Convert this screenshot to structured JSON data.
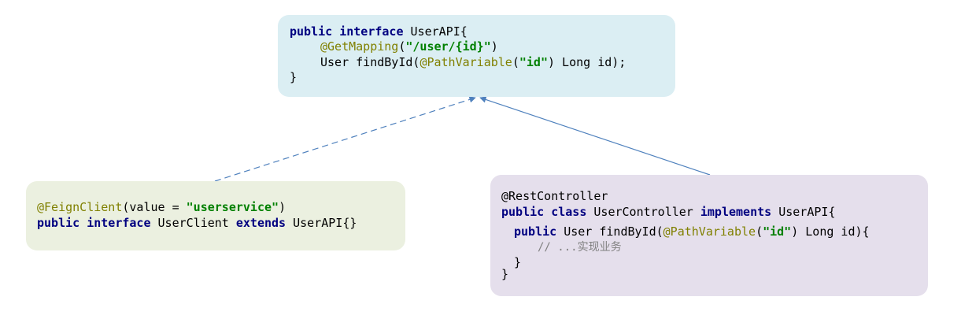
{
  "colors": {
    "keyword": "#000080",
    "annotation": "#808000",
    "string": "#008000",
    "comment": "#808080",
    "api_box_bg": "#dbeef3",
    "client_box_bg": "#ebf0e0",
    "controller_box_bg": "#e5dfec",
    "arrow": "#4f81bd"
  },
  "api_box": {
    "l1_kw1": "public",
    "l1_kw2": "interface",
    "l1_name": "UserAPI{",
    "l2_ann": "@GetMapping",
    "l2_open": "(",
    "l2_str": "\"/user/{id}\"",
    "l2_close": ")",
    "l3_a": "User findById(",
    "l3_ann": "@PathVariable",
    "l3_b": "(",
    "l3_str": "\"id\"",
    "l3_c": ") Long id);",
    "l4": "}"
  },
  "client_box": {
    "l1_ann": "@FeignClient",
    "l1_a": "(value = ",
    "l1_str": "\"userservice\"",
    "l1_b": ")",
    "l2_kw1": "public",
    "l2_kw2": "interface",
    "l2_name": "UserClient",
    "l2_kw3": "extends",
    "l2_tail": "UserAPI{}"
  },
  "controller_box": {
    "l1": "@RestController",
    "l2_kw1": "public",
    "l2_kw2": "class",
    "l2_name": "UserController",
    "l2_kw3": "implements",
    "l2_tail": "UserAPI{",
    "l3_kw": "public",
    "l3_a": "User findById(",
    "l3_ann": "@PathVariable",
    "l3_b": "(",
    "l3_str": "\"id\"",
    "l3_c": ") Long id){",
    "l4_comment": "// ...实现业务",
    "l5": "}",
    "l6": "}"
  }
}
